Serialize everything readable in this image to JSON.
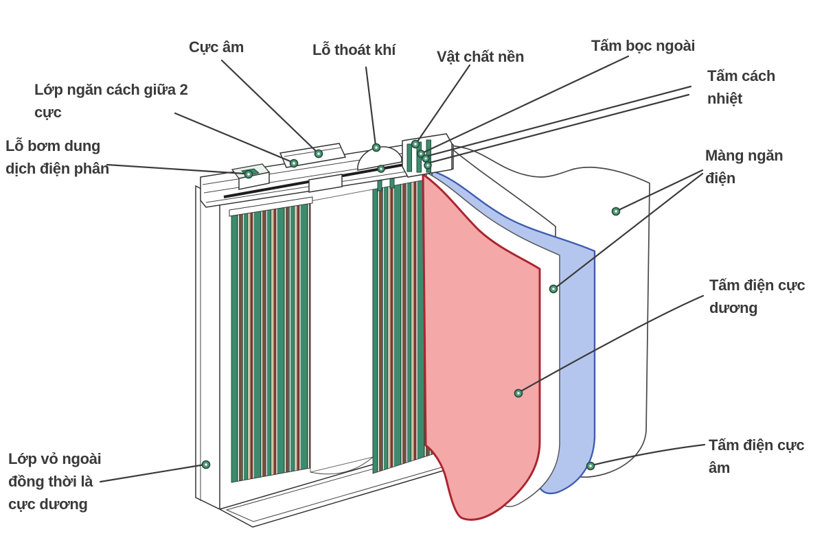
{
  "labels": {
    "cuc_am": {
      "text": "Cực âm"
    },
    "lo_thoat_khi": {
      "text": "Lỗ thoát khí"
    },
    "vat_chat_nen": {
      "text": "Vật chất nền"
    },
    "tam_boc_ngoai": {
      "text": "Tấm bọc ngoài"
    },
    "tam_cach_nhiet": {
      "lines": [
        "Tấm cách",
        "nhiệt"
      ]
    },
    "mang_ngan_dien": {
      "lines": [
        "Màng ngăn",
        "điện"
      ]
    },
    "tam_dien_cuc_duong": {
      "lines": [
        "Tấm điện cực",
        "dương"
      ]
    },
    "tam_dien_cuc_am": {
      "lines": [
        "Tấm điện cực",
        "âm"
      ]
    },
    "lop_ngan_cach": {
      "lines": [
        "Lớp ngăn cách giữa 2",
        "cực"
      ]
    },
    "lo_bom": {
      "lines": [
        "Lỗ bơm dung",
        "dịch điện phân"
      ]
    },
    "lop_vo_ngoai": {
      "lines": [
        "Lớp vỏ ngoài",
        "đồng thời là",
        "cực dương"
      ]
    }
  },
  "colors": {
    "label_text": "#3a3a3a",
    "line": "#3a3a3a",
    "positive_sheet_fill": "#f4a8a8",
    "positive_sheet_edge": "#ab2530",
    "negative_sheet_fill": "#b5c6ee",
    "negative_sheet_edge": "#3f5cb0",
    "anchor_dot": "#4f9b77"
  }
}
